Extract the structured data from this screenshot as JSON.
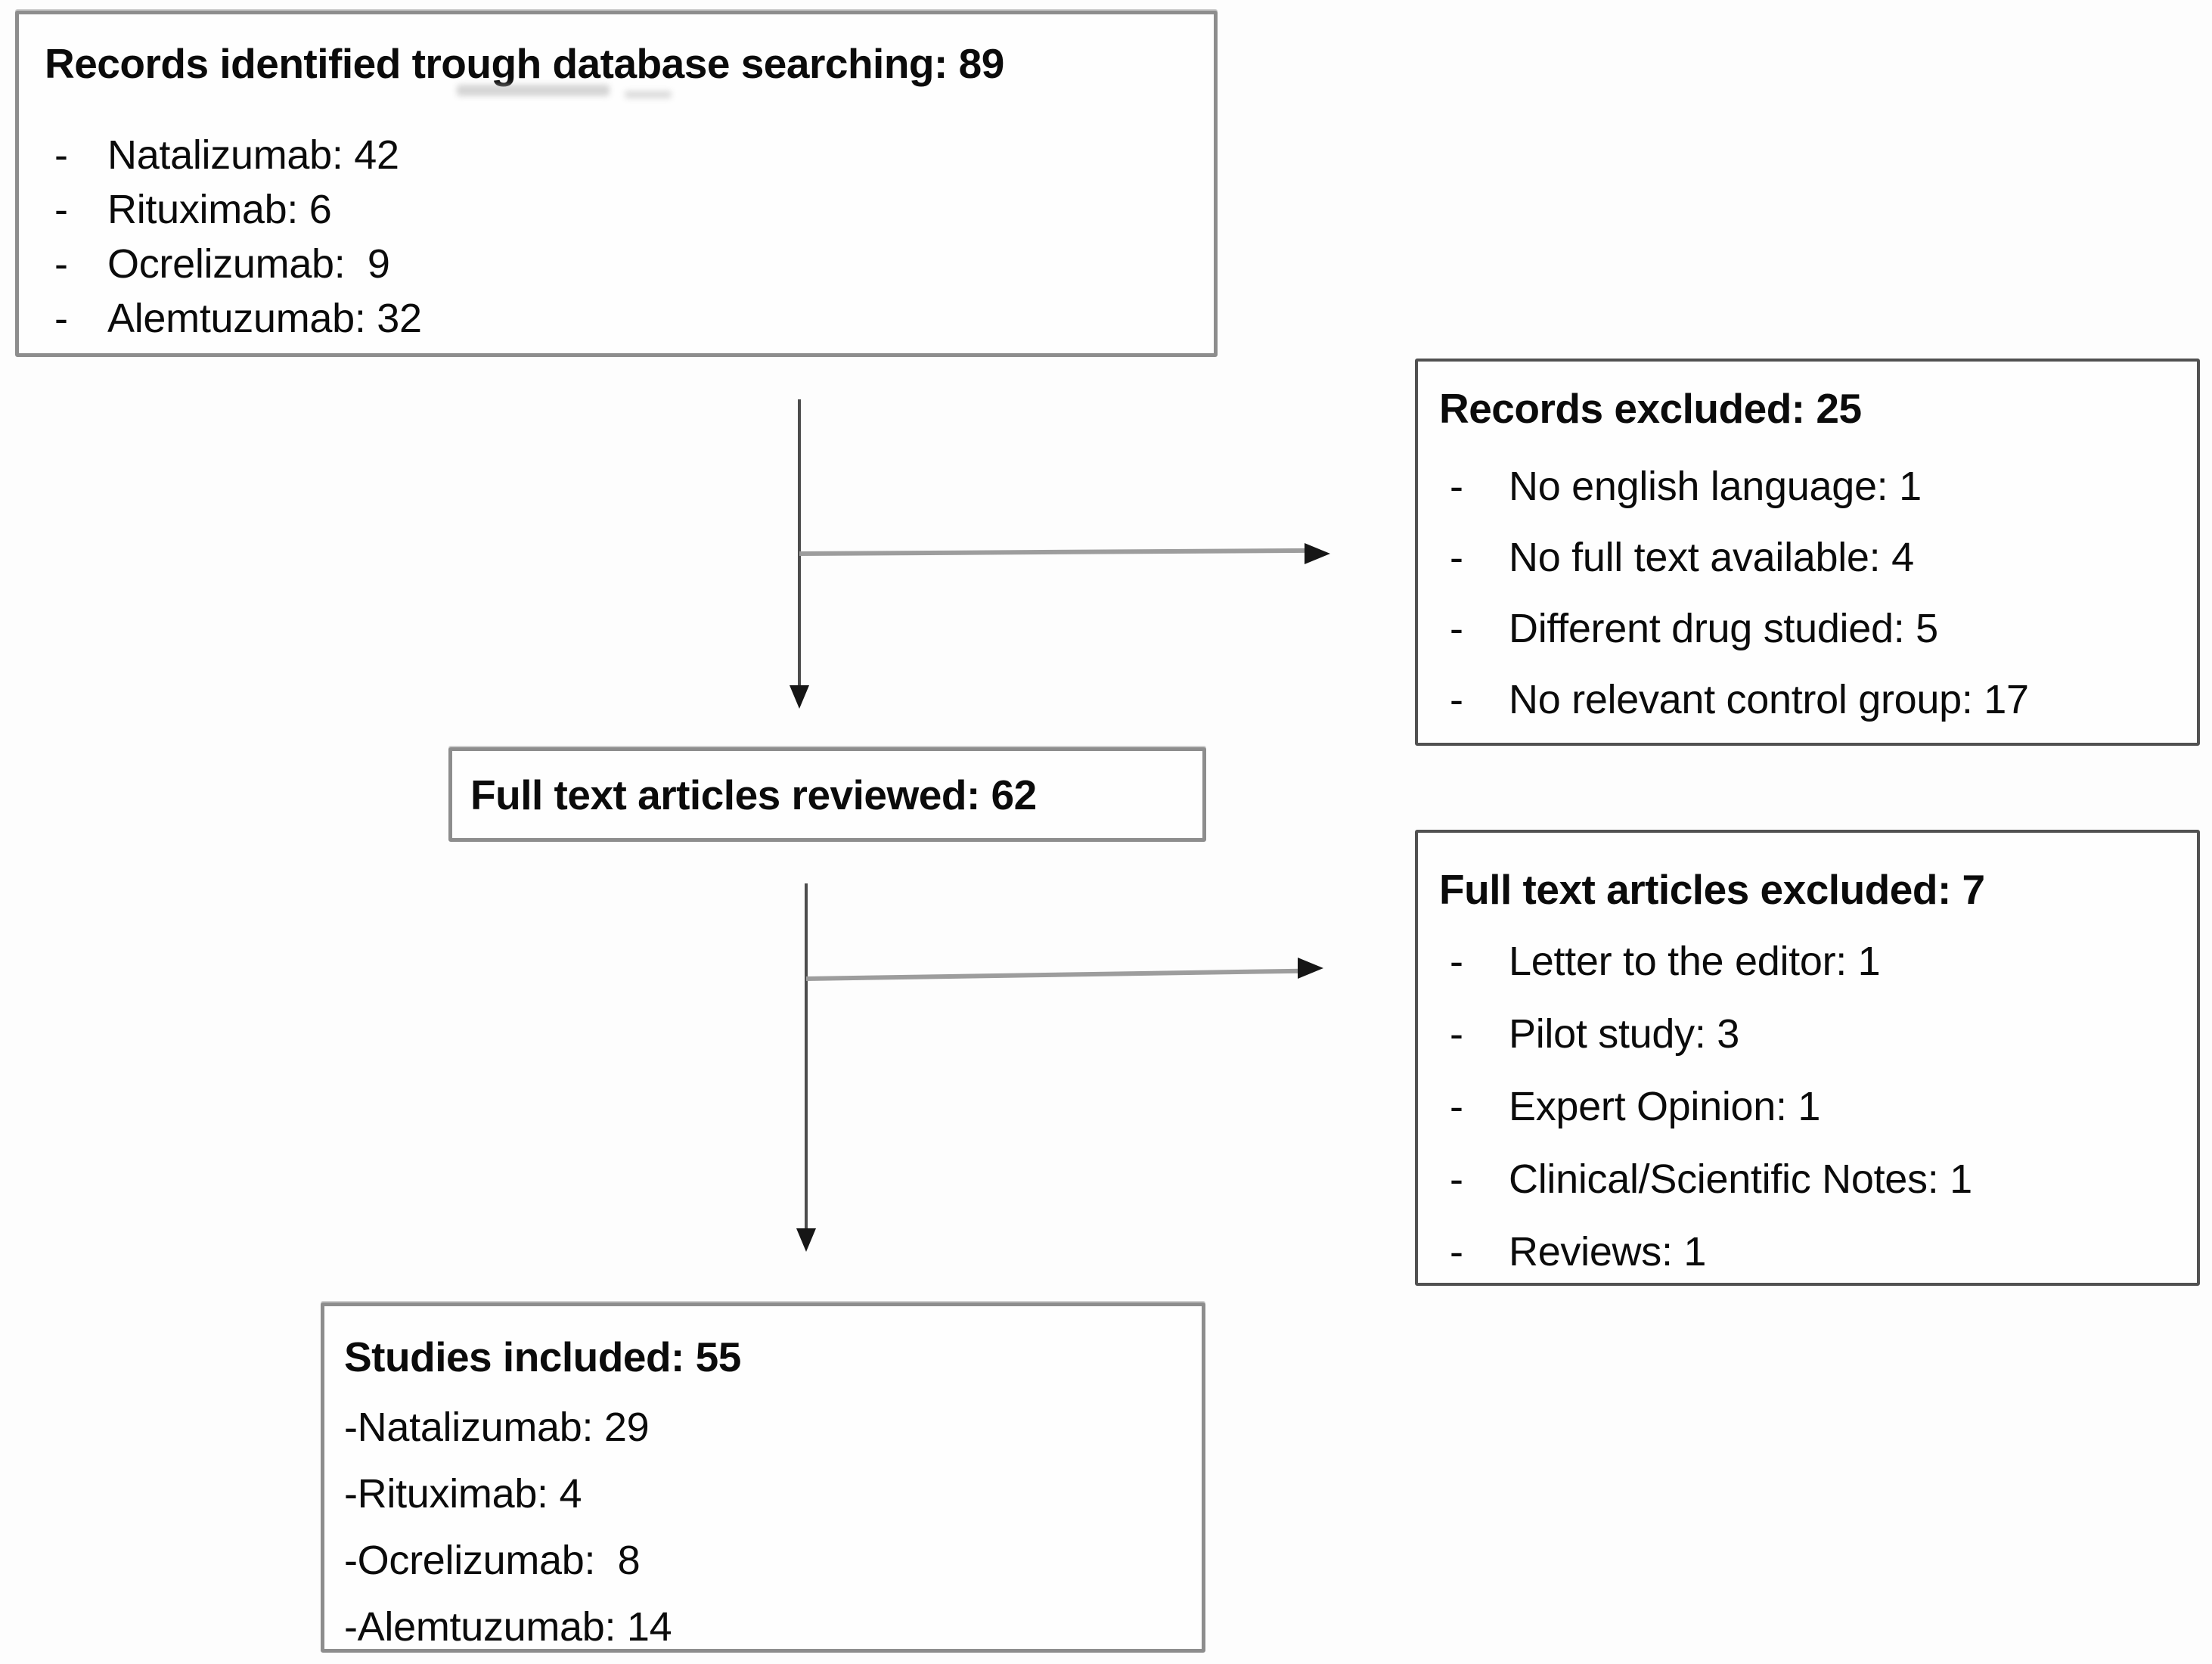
{
  "bullet": "-",
  "boxes": {
    "identified": {
      "title": "Records identified trough database searching: 89",
      "items": [
        "Natalizumab: 42",
        "Rituximab: 6",
        "Ocrelizumab:  9",
        "Alemtuzumab: 32"
      ]
    },
    "records_excluded": {
      "title": "Records excluded: 25",
      "items": [
        "No english language: 1",
        "No full text available: 4",
        "Different drug studied: 5",
        "No relevant control group: 17"
      ]
    },
    "reviewed": {
      "title": "Full text articles reviewed: 62"
    },
    "fulltext_excluded": {
      "title": "Full text articles excluded: 7",
      "items": [
        "Letter to the editor: 1",
        "Pilot study: 3",
        "Expert Opinion: 1",
        "Clinical/Scientific Notes: 1",
        "Reviews: 1"
      ]
    },
    "included": {
      "title": "Studies included: 55",
      "items": [
        "-Natalizumab: 29",
        "-Rituximab: 4",
        "-Ocrelizumab:  8",
        "-Alemtuzumab: 14"
      ]
    }
  },
  "colors": {
    "box_border_light": "#8d8d8d",
    "box_border_dark": "#515151",
    "arrow_line": "#9d9d9d",
    "arrow_stem": "#4c4c4c",
    "arrow_head": "#161616",
    "text": "#0b0b0b"
  }
}
